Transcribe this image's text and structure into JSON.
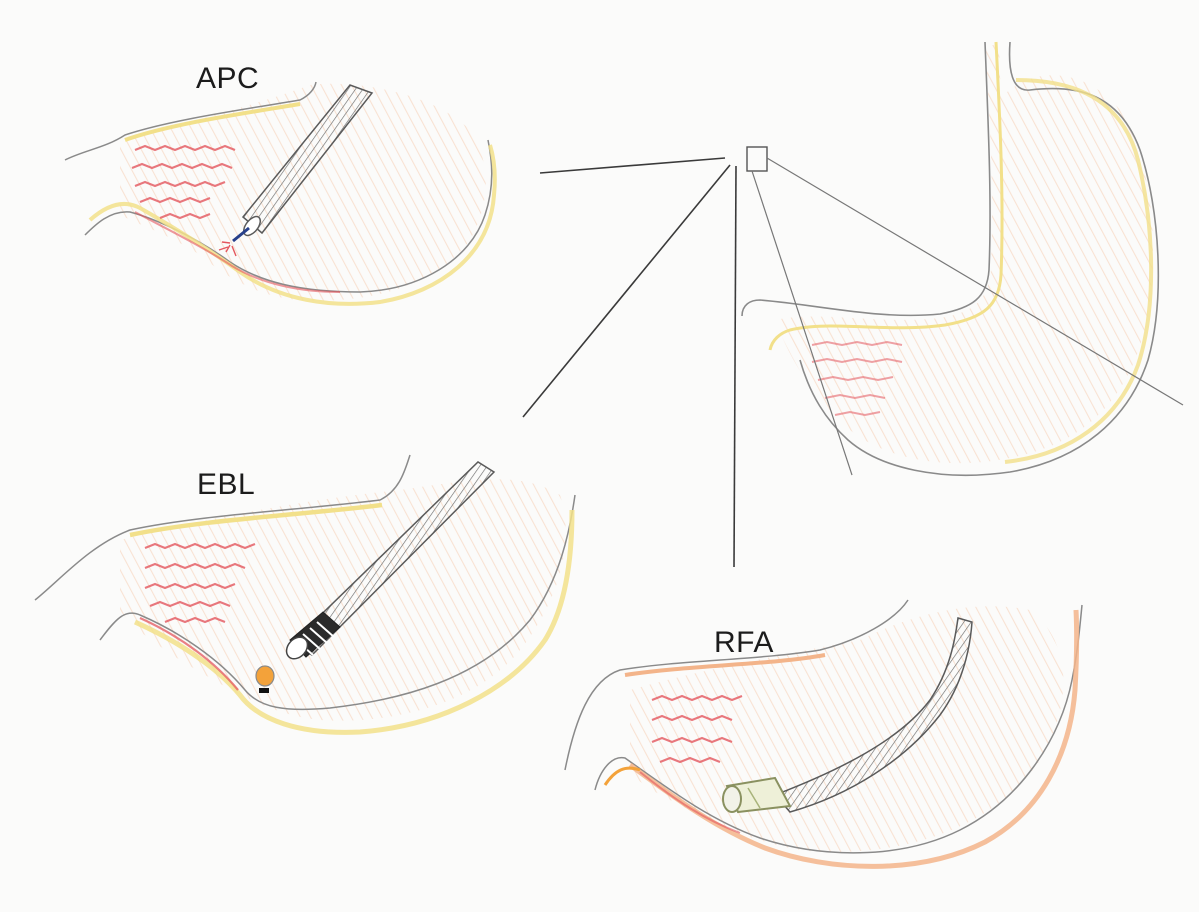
{
  "panels": {
    "apc": {
      "label": "APC"
    },
    "ebl": {
      "label": "EBL"
    },
    "rfa": {
      "label": "RFA"
    }
  },
  "colors": {
    "background": "#fbfbfa",
    "pencil_outline": "#8a8a8a",
    "wall_yellow": "#f2e08a",
    "mucosa_orange": "#f3b48a",
    "vessel_red": "#e4575e",
    "connector_line": "#3a3a3a",
    "apc_probe_blue": "#27408b",
    "ebl_band_orange": "#f3a23a",
    "rfa_catheter_green": "#a8b37a"
  },
  "icons": [
    "stomach-overview",
    "zoom-box",
    "endoscope",
    "argon-probe",
    "band-ligator",
    "rfa-catheter"
  ]
}
